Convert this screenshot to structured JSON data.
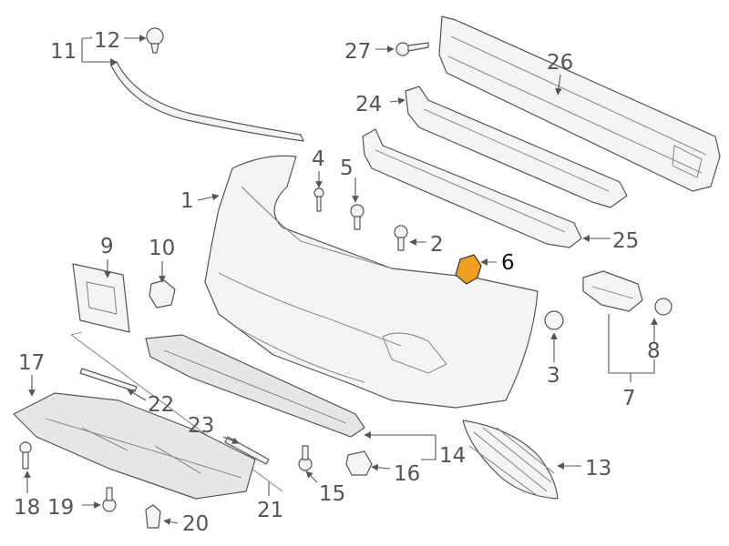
{
  "labels": {
    "p1": "1",
    "p2": "2",
    "p3": "3",
    "p4": "4",
    "p5": "5",
    "p6": "6",
    "p7": "7",
    "p8": "8",
    "p9": "9",
    "p10": "10",
    "p11": "11",
    "p12": "12",
    "p13": "13",
    "p14": "14",
    "p15": "15",
    "p16": "16",
    "p17": "17",
    "p18": "18",
    "p19": "19",
    "p20": "20",
    "p21": "21",
    "p22": "22",
    "p23": "23",
    "p24": "24",
    "p25": "25",
    "p26": "26",
    "p27": "27"
  },
  "colors": {
    "highlight": "#f0a020",
    "line": "#555555"
  }
}
